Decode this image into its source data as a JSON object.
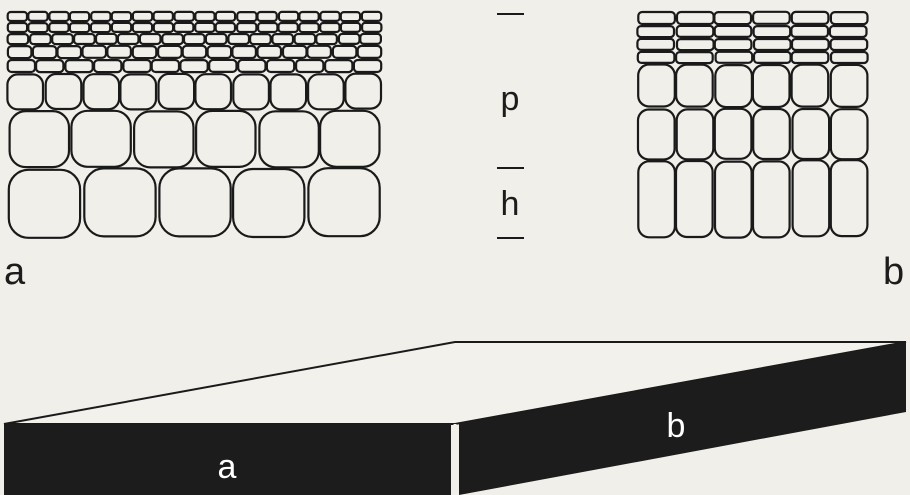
{
  "labels": {
    "panel_a": "a",
    "panel_b": "b",
    "zone_p": "p",
    "zone_h": "h",
    "block_a": "a",
    "block_b": "b"
  },
  "colors": {
    "background": "#f1efe9",
    "ink": "#1a1a1a",
    "block_fill": "#1c1c1c",
    "block_text": "#ffffff"
  }
}
